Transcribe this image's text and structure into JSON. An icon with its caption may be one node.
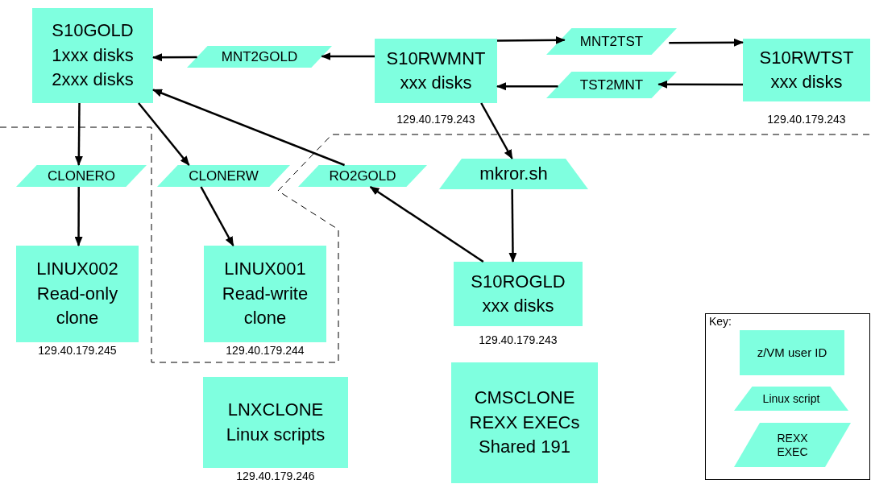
{
  "diagram": {
    "nodes": [
      {
        "text": [
          "S10GOLD",
          "1xxx disks",
          "2xxx disks"
        ]
      },
      {
        "text": [
          "MNT2GOLD"
        ]
      },
      {
        "text": [
          "S10RWMNT",
          "xxx disks"
        ],
        "beside": [
          "129.40.179.243"
        ]
      },
      {
        "text": [
          "MNT2TST"
        ]
      },
      {
        "text": [
          "TST2MNT"
        ]
      },
      {
        "text": [
          "S10RWTST",
          "xxx disks"
        ],
        "beside": [
          "129.40.179.243"
        ]
      },
      {
        "text": [
          "CLONERO"
        ]
      },
      {
        "text": [
          "CLONERW"
        ]
      },
      {
        "text": [
          "RO2GOLD"
        ]
      },
      {
        "text": [
          "mkror.sh"
        ]
      },
      {
        "text": [
          "LINUX002",
          "Read-only clone"
        ],
        "beside": [
          "129.40.179.245"
        ]
      },
      {
        "text": [
          "LINUX001",
          "Read-write clone"
        ],
        "beside": [
          "129.40.179.244"
        ]
      },
      {
        "text": [
          "S10ROGLD",
          "xxx disks"
        ],
        "beside": [
          "129.40.179.243"
        ]
      },
      {
        "text": [
          "LNXCLONE",
          "Linux scripts"
        ],
        "beside": [
          "129.40.179.246"
        ]
      },
      {
        "text": [
          "CMSCLONE",
          "REXX EXECs",
          "Shared 191"
        ]
      },
      {
        "text": [
          "Key:"
        ]
      },
      {
        "text": [
          "z/VM user ID"
        ],
        "in": 15
      },
      {
        "text": [
          "Linux script"
        ],
        "in": 15
      },
      {
        "text": [
          "REXX EXEC"
        ],
        "in": 15
      }
    ],
    "edges": [
      {
        "from": 2,
        "to": 1,
        "arrow": "to"
      },
      {
        "from": 1,
        "to": 0,
        "arrow": "to"
      },
      {
        "from": 2,
        "to": 3,
        "arrow": "to"
      },
      {
        "from": 3,
        "to": 5,
        "arrow": "to"
      },
      {
        "from": 5,
        "to": 4,
        "arrow": "to"
      },
      {
        "from": 4,
        "to": 2,
        "arrow": "to"
      },
      {
        "from": 0,
        "to": 6,
        "arrow": "to"
      },
      {
        "from": 6,
        "to": 10,
        "arrow": "to"
      },
      {
        "from": 0,
        "to": 7,
        "arrow": "to"
      },
      {
        "from": 7,
        "to": 11,
        "arrow": "to"
      },
      {
        "from": 8,
        "to": 0,
        "arrow": "to"
      },
      {
        "from": 12,
        "to": 8,
        "arrow": "to"
      },
      {
        "from": 2,
        "to": 9,
        "arrow": "to"
      },
      {
        "from": 9,
        "to": 12,
        "arrow": "to"
      }
    ]
  }
}
